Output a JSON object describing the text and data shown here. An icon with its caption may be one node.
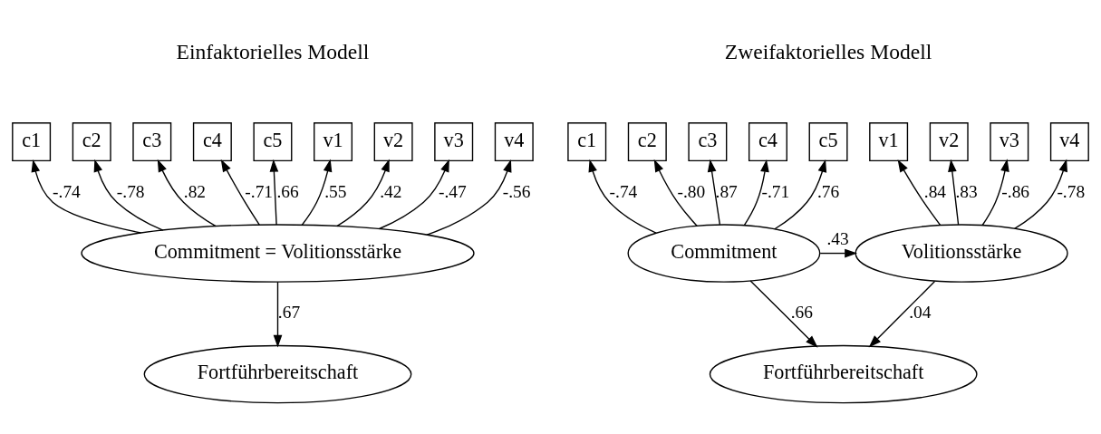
{
  "diagram": {
    "nodes": [
      {
        "text": [
          "c1"
        ]
      },
      {
        "text": [
          "c2"
        ]
      },
      {
        "text": [
          "c3"
        ]
      },
      {
        "text": [
          "c4"
        ]
      },
      {
        "text": [
          "c5"
        ]
      },
      {
        "text": [
          "v1"
        ]
      },
      {
        "text": [
          "v2"
        ]
      },
      {
        "text": [
          "v3"
        ]
      },
      {
        "text": [
          "v4"
        ]
      },
      {
        "text": [
          "Commitment = Volitionsstärke"
        ]
      },
      {
        "text": [
          "Fortführbereitschaft"
        ]
      },
      {
        "text": [
          "c1"
        ]
      },
      {
        "text": [
          "c2"
        ]
      },
      {
        "text": [
          "c3"
        ]
      },
      {
        "text": [
          "c4"
        ]
      },
      {
        "text": [
          "c5"
        ]
      },
      {
        "text": [
          "v1"
        ]
      },
      {
        "text": [
          "v2"
        ]
      },
      {
        "text": [
          "v3"
        ]
      },
      {
        "text": [
          "v4"
        ]
      },
      {
        "text": [
          "Commitment"
        ]
      },
      {
        "text": [
          "Volitionsstärke"
        ]
      },
      {
        "text": [
          "Fortführbereitschaft"
        ]
      }
    ],
    "edges": [
      {
        "from": 9,
        "to": 0,
        "arrow": "to",
        "label": "-.74"
      },
      {
        "from": 9,
        "to": 1,
        "arrow": "to",
        "label": "-.78"
      },
      {
        "from": 9,
        "to": 2,
        "arrow": "to",
        "label": ".82"
      },
      {
        "from": 9,
        "to": 3,
        "arrow": "to",
        "label": "-.71"
      },
      {
        "from": 9,
        "to": 4,
        "arrow": "to",
        "label": ".66"
      },
      {
        "from": 9,
        "to": 5,
        "arrow": "to",
        "label": ".55"
      },
      {
        "from": 9,
        "to": 6,
        "arrow": "to",
        "label": ".42"
      },
      {
        "from": 9,
        "to": 7,
        "arrow": "to",
        "label": "-.47"
      },
      {
        "from": 9,
        "to": 8,
        "arrow": "to",
        "label": "-.56"
      },
      {
        "from": 9,
        "to": 10,
        "arrow": "to",
        "label": ".67"
      },
      {
        "from": 20,
        "to": 11,
        "arrow": "to",
        "label": "-.74"
      },
      {
        "from": 20,
        "to": 12,
        "arrow": "to",
        "label": "-.80"
      },
      {
        "from": 20,
        "to": 13,
        "arrow": "to",
        "label": ".87"
      },
      {
        "from": 20,
        "to": 14,
        "arrow": "to",
        "label": "-.71"
      },
      {
        "from": 20,
        "to": 15,
        "arrow": "to",
        "label": ".76"
      },
      {
        "from": 21,
        "to": 16,
        "arrow": "to",
        "label": ".84"
      },
      {
        "from": 21,
        "to": 17,
        "arrow": "to",
        "label": ".83"
      },
      {
        "from": 21,
        "to": 18,
        "arrow": "to",
        "label": "-.86"
      },
      {
        "from": 21,
        "to": 19,
        "arrow": "to",
        "label": "-.78"
      },
      {
        "from": 20,
        "to": 21,
        "arrow": "to",
        "label": ".43"
      },
      {
        "from": 21,
        "to": 22,
        "arrow": "to",
        "label": ".04"
      },
      {
        "from": 20,
        "to": 22,
        "arrow": "to",
        "label": ".66"
      }
    ],
    "labels": [
      "Einfaktorielles Modell",
      "Zweifaktorielles Modell"
    ]
  }
}
